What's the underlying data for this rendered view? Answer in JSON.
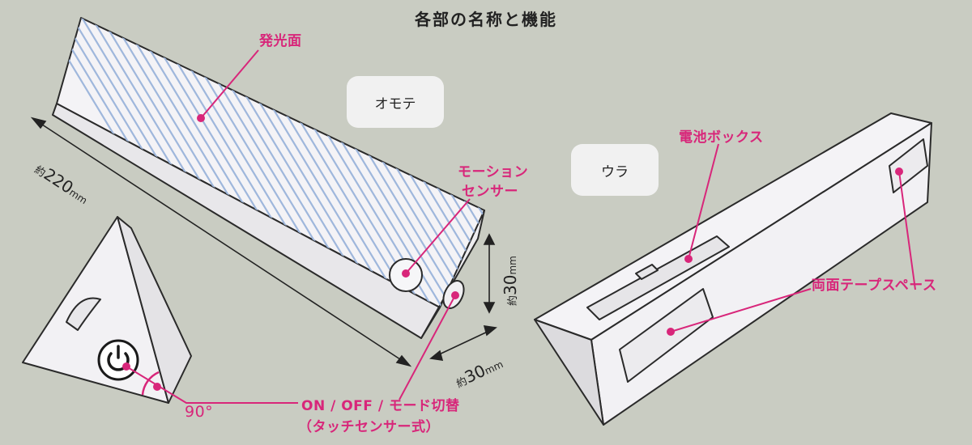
{
  "title": "各部の名称と機能",
  "views": {
    "front": "オモテ",
    "back": "ウラ"
  },
  "labels": {
    "light_surface": "発光面",
    "motion_sensor_1": "モーション",
    "motion_sensor_2": "センサー",
    "battery_box": "電池ボックス",
    "tape_space": "両面テープスペース",
    "switch_1": "ON / OFF / モード切替",
    "switch_2": "（タッチセンサー式）"
  },
  "dimensions": {
    "length_prefix": "約",
    "length_value": "220",
    "length_unit": "mm",
    "height_prefix": "約",
    "height_value": "30",
    "height_unit": "mm",
    "width_prefix": "約",
    "width_value": "30",
    "width_unit": "mm",
    "angle": "90°"
  },
  "colors": {
    "background": "#c9ccc2",
    "label": "#d8267a",
    "device": "#f3f2f5",
    "stripes": "#9fb7dc"
  }
}
